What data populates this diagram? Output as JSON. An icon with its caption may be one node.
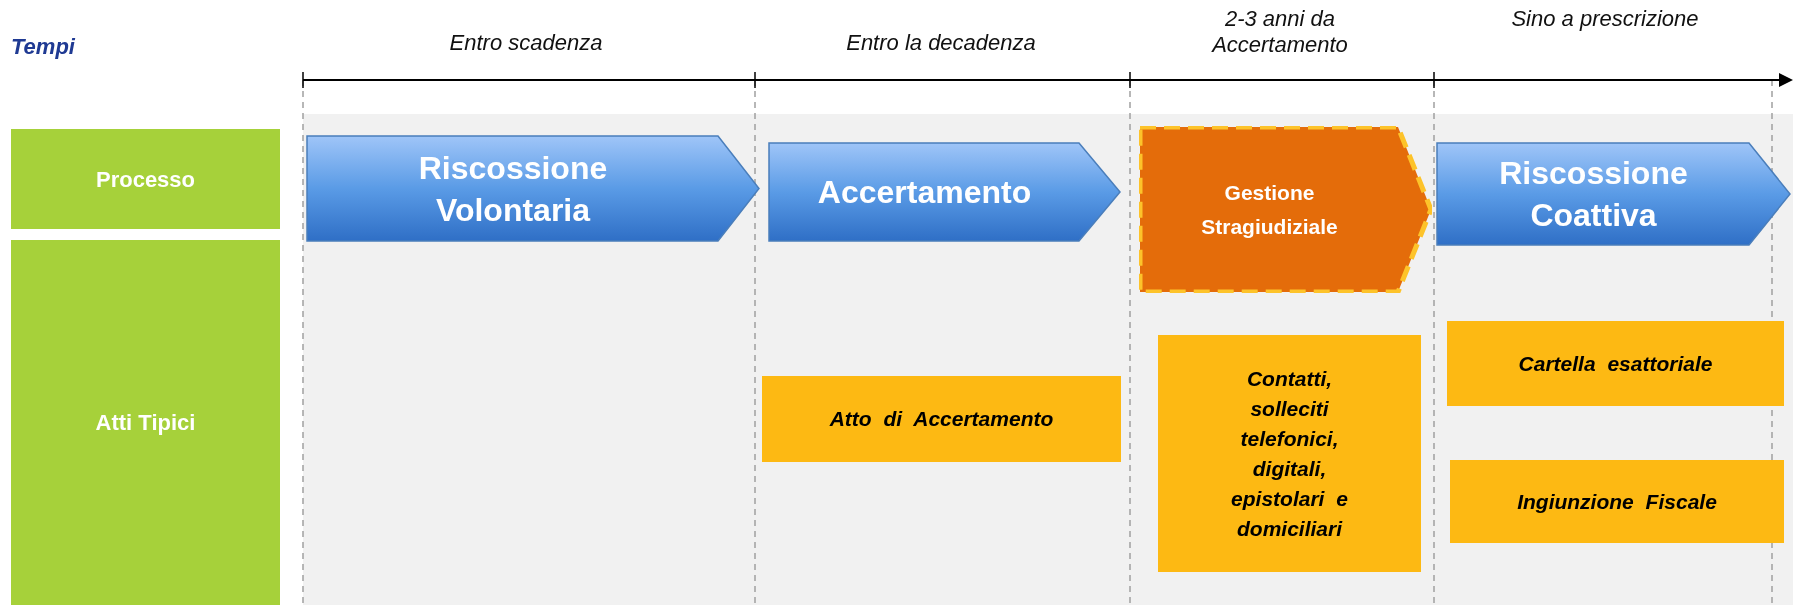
{
  "diagram": {
    "nodes": [
      {
        "text": [
          "Processo"
        ]
      },
      {
        "text": [
          "Atti Tipici"
        ]
      },
      {
        "text": [
          "Riscossione Volontaria"
        ]
      },
      {
        "text": [
          "Accertamento"
        ]
      },
      {
        "text": [
          "Gestione Stragiudiziale"
        ]
      },
      {
        "text": [
          "Riscossione Coattiva"
        ]
      },
      {
        "text": [
          "Atto di Accertamento"
        ]
      },
      {
        "text": [
          "Contatti, solleciti telefonici, digitali, epistolari e domiciliari"
        ]
      },
      {
        "text": [
          "Cartella esattoriale"
        ]
      },
      {
        "text": [
          "Ingiunzione Fiscale"
        ]
      }
    ],
    "labels": [
      "Tempi",
      "Entro scadenza",
      "Entro la decadenza",
      "2-3 anni da Accertamento",
      "Sino a prescrizione"
    ]
  }
}
